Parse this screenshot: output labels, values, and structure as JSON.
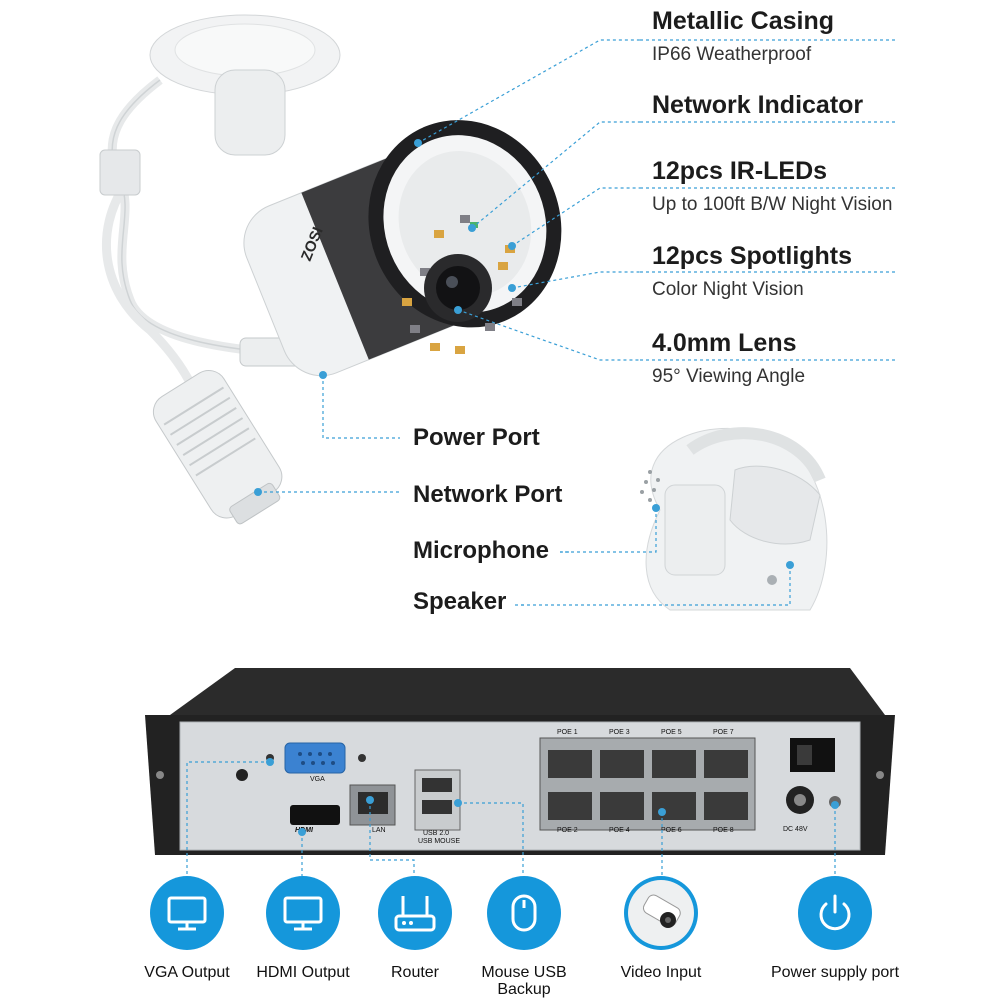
{
  "features": [
    {
      "title": "Metallic Casing",
      "subtitle": "IP66 Weatherproof"
    },
    {
      "title": "Network Indicator",
      "subtitle": ""
    },
    {
      "title": "12pcs IR-LEDs",
      "subtitle": "Up to 100ft B/W Night Vision"
    },
    {
      "title": "12pcs Spotlights",
      "subtitle": "Color Night Vision"
    },
    {
      "title": "4.0mm Lens",
      "subtitle": "95° Viewing Angle"
    }
  ],
  "ports": [
    "Power Port",
    "Network Port",
    "Microphone",
    "Speaker"
  ],
  "camera_brand": "ZOSI",
  "nvr": {
    "vga": "VGA",
    "hdmi": "HDMI",
    "lan": "LAN",
    "usb_line1": "USB 2.0",
    "usb_line2": "USB MOUSE",
    "poe_top": [
      "POE 1",
      "POE 3",
      "POE 5",
      "POE 7"
    ],
    "poe_bottom": [
      "POE 2",
      "POE 4",
      "POE 6",
      "POE 8"
    ],
    "dc": "DC 48V"
  },
  "connections": [
    {
      "label": "VGA Output",
      "icon": "monitor-icon"
    },
    {
      "label": "HDMI Output",
      "icon": "monitor-icon"
    },
    {
      "label": "Router",
      "icon": "router-icon"
    },
    {
      "label": "Mouse USB Backup",
      "icon": "mouse-icon"
    },
    {
      "label": "Video Input",
      "icon": "camera-icon"
    },
    {
      "label": "Power supply port",
      "icon": "power-icon"
    }
  ],
  "colors": {
    "accent": "#1597db",
    "leader_line": "#3a9fd6",
    "nvr_body": "#2b2b2b",
    "panel": "#d7dadd"
  }
}
